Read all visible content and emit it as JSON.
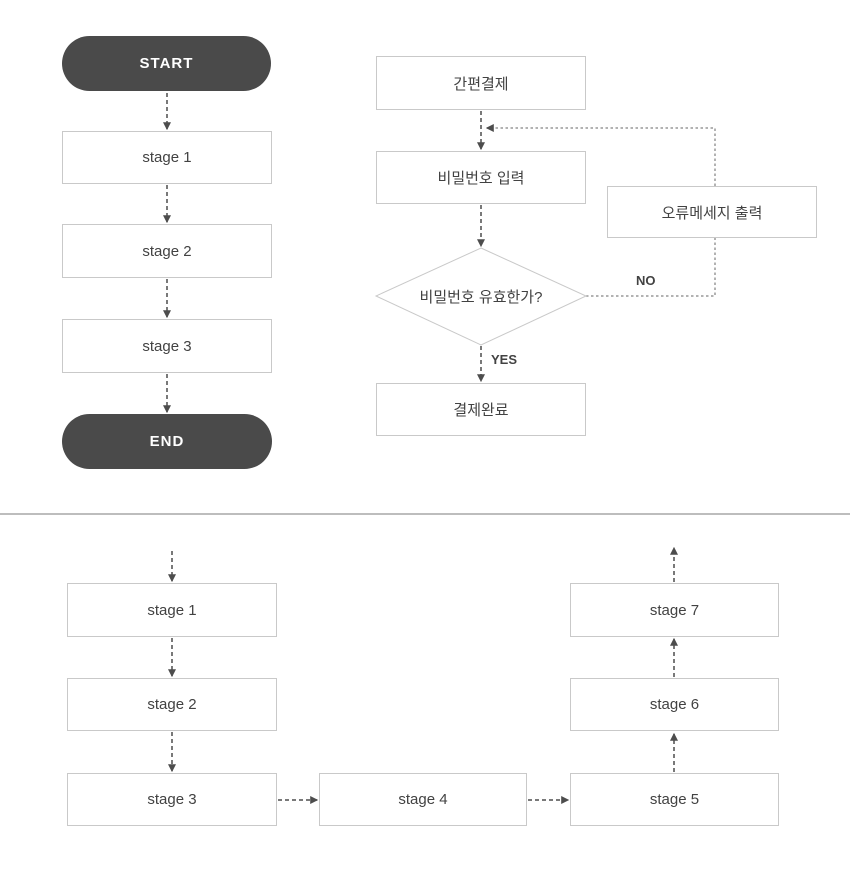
{
  "colors": {
    "terminal_bg": "#4a4a4a",
    "terminal_text": "#ffffff",
    "box_border": "#c9c9c9",
    "box_text": "#424242",
    "flow_line": "#4d4d4d",
    "branch_line": "#999999",
    "divider": "#bdbdbd"
  },
  "linear_flow": {
    "start_label": "START",
    "stages": [
      "stage 1",
      "stage 2",
      "stage 3"
    ],
    "end_label": "END"
  },
  "payment_flow": {
    "start": "간편결제",
    "password_input": "비밀번호 입력",
    "decision": "비밀번호 유효한가?",
    "error_output": "오류메세지 출력",
    "complete": "결제완료",
    "yes_label": "YES",
    "no_label": "NO"
  },
  "snake_flow": {
    "stages": [
      "stage 1",
      "stage 2",
      "stage 3",
      "stage 4",
      "stage 5",
      "stage 6",
      "stage 7"
    ]
  }
}
